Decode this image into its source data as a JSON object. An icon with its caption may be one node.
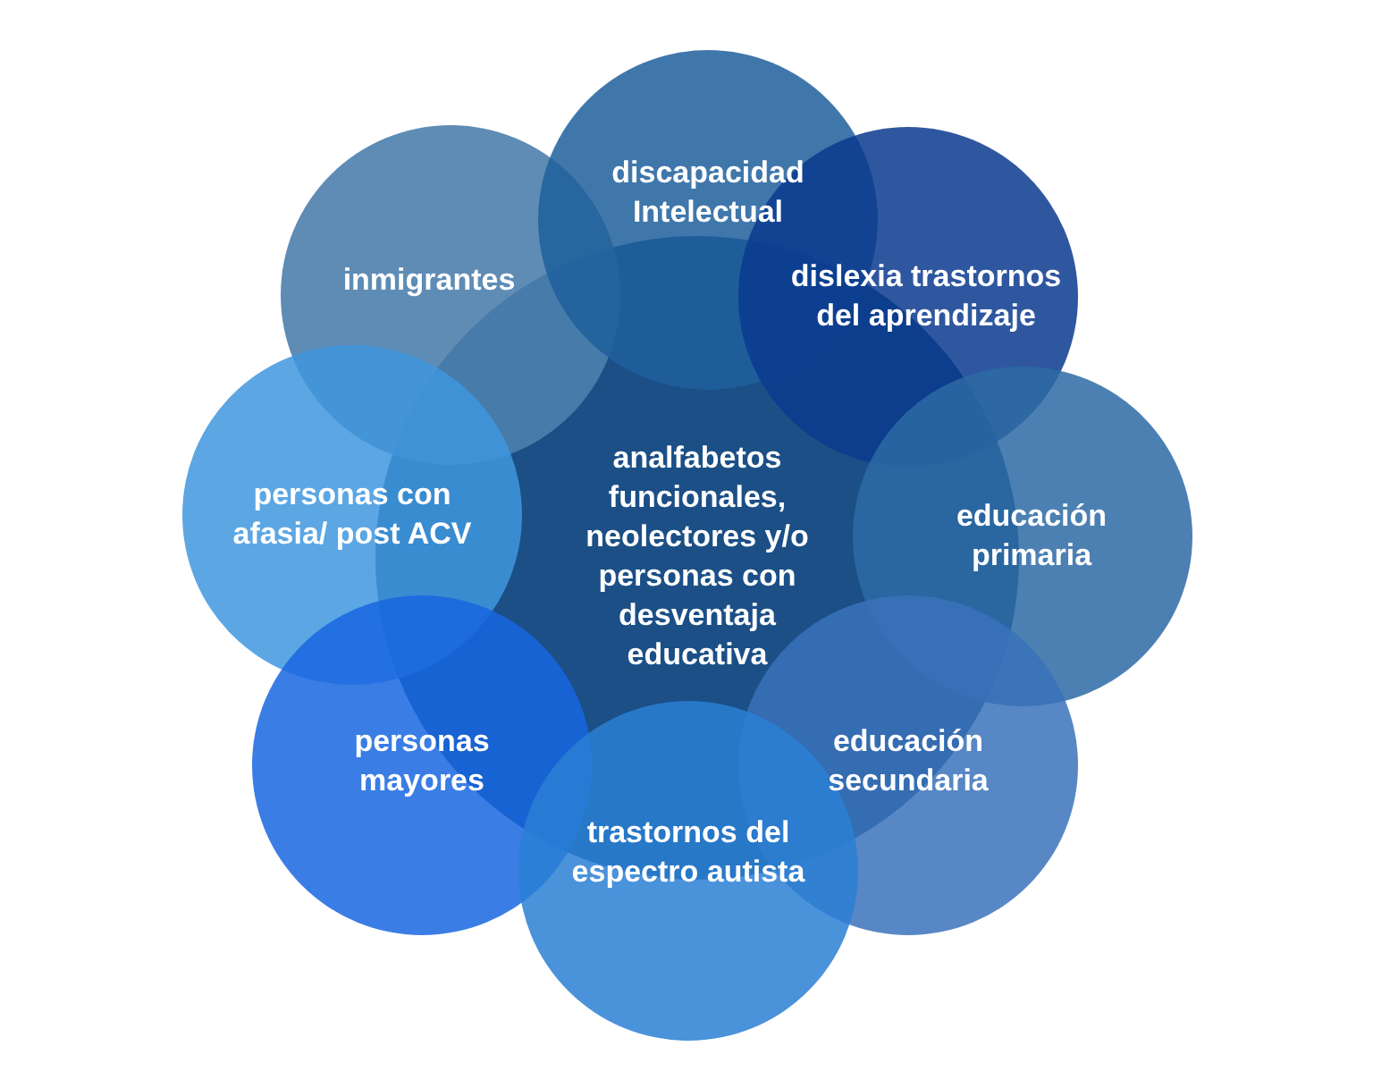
{
  "diagram": {
    "nodes": [
      {
        "text": [
          "analfabetos funcionales, neolectores y/o personas con desventaja educativa"
        ]
      },
      {
        "text": [
          "inmigrantes"
        ]
      },
      {
        "text": [
          "discapacidad Intelectual"
        ]
      },
      {
        "text": [
          "dislexia trastornos del aprendizaje"
        ]
      },
      {
        "text": [
          "personas con afasia/ post ACV"
        ]
      },
      {
        "text": [
          "educación primaria"
        ]
      },
      {
        "text": [
          "personas mayores"
        ]
      },
      {
        "text": [
          "educación secundaria"
        ]
      },
      {
        "text": [
          "trastornos del espectro autista"
        ]
      }
    ]
  }
}
